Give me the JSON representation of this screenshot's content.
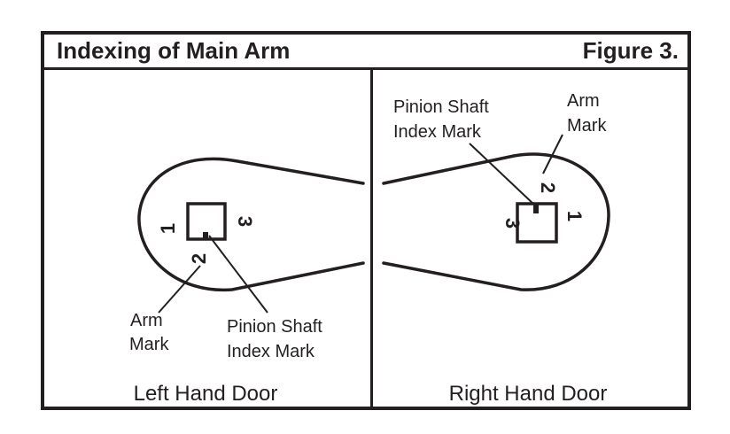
{
  "figure": {
    "title": "Indexing of Main Arm",
    "number_label": "Figure 3."
  },
  "left_panel": {
    "caption": "Left Hand Door",
    "arm_mark_label": [
      "Arm",
      "Mark"
    ],
    "pinion_label": [
      "Pinion Shaft",
      "Index Mark"
    ],
    "index_numbers": {
      "left": "1",
      "bottom": "2",
      "right": "3"
    }
  },
  "right_panel": {
    "caption": "Right Hand Door",
    "arm_mark_label": [
      "Arm",
      "Mark"
    ],
    "pinion_label": [
      "Pinion Shaft",
      "Index Mark"
    ],
    "index_numbers": {
      "right": "1",
      "top": "2",
      "left": "3"
    }
  },
  "colors": {
    "ink": "#231f20",
    "background": "#ffffff"
  }
}
